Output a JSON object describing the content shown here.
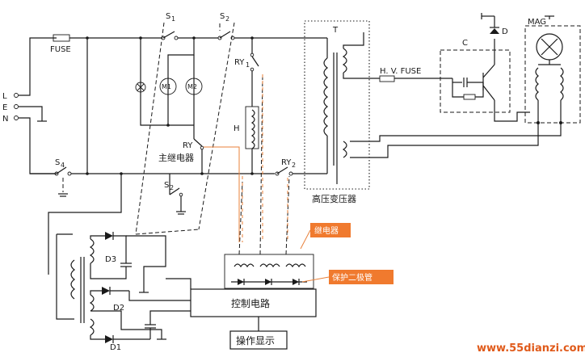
{
  "labels": {
    "s1": "S",
    "s1_sub": "1",
    "s2": "S",
    "s2_sub": "2",
    "s2b": "S",
    "s2b_sub": "2",
    "s4": "S",
    "s4_sub": "4",
    "fuse": "FUSE",
    "l": "L",
    "e": "E",
    "n": "N",
    "m1": "M1",
    "m2": "M2",
    "ry1_top": "RY",
    "ry1_top_sub": "1",
    "ry_main": "RY",
    "ry2": "RY",
    "ry2_sub": "2",
    "h": "H",
    "t": "T",
    "hv_fuse": "H. V. FUSE",
    "c": "C",
    "d": "D",
    "mag": "MAG",
    "d1": "D1",
    "d2": "D2",
    "d3": "D3",
    "main_relay": "主继电器",
    "hv_transformer": "高压变压器",
    "relay_callout": "继电器",
    "diode_callout": "保护二极管",
    "control_circuit": "控制电路",
    "operation_display": "操作显示",
    "watermark": "www.55dianzi.com"
  },
  "colors": {
    "wire": "#1a1a1a",
    "callout_bg": "#f07a2e",
    "callout_line": "#e8803a",
    "watermark": "#e05a1a"
  }
}
